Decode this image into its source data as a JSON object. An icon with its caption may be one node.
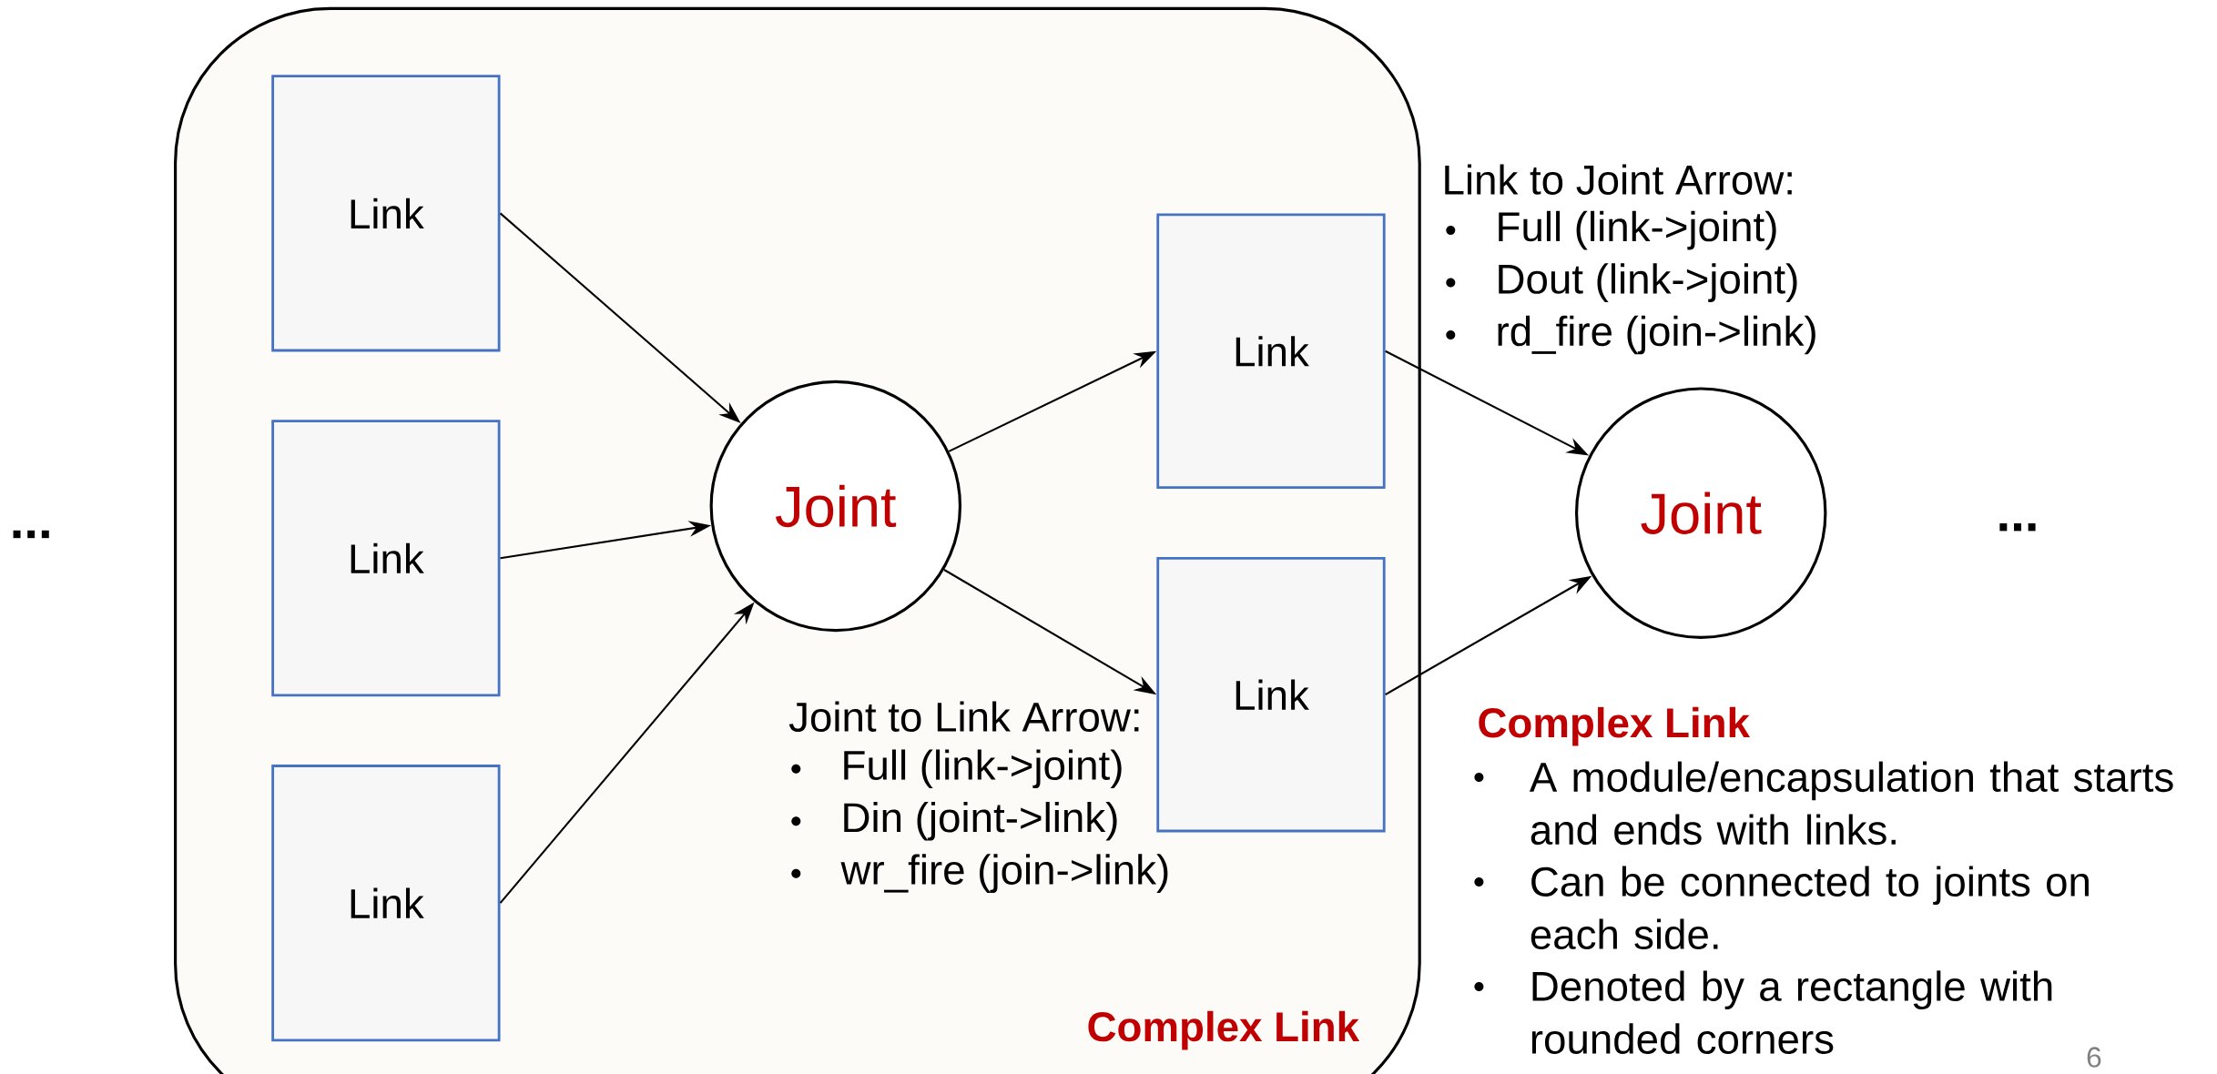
{
  "diagram": {
    "nodes": [
      {
        "text": [
          "Complex Link"
        ]
      },
      {
        "text": [
          "Link"
        ],
        "in": 0
      },
      {
        "text": [
          "Link"
        ],
        "in": 0
      },
      {
        "text": [
          "Link"
        ],
        "in": 0
      },
      {
        "text": [
          "Joint"
        ],
        "in": 0
      },
      {
        "text": [
          "Link"
        ],
        "in": 0
      },
      {
        "text": [
          "Link"
        ],
        "in": 0
      },
      {
        "text": [
          "Joint"
        ]
      }
    ],
    "edges": [
      {
        "from": 1,
        "to": 4,
        "arrow": "to"
      },
      {
        "from": 2,
        "to": 4,
        "arrow": "to"
      },
      {
        "from": 3,
        "to": 4,
        "arrow": "to"
      },
      {
        "from": 4,
        "to": 5,
        "arrow": "to"
      },
      {
        "from": 4,
        "to": 6,
        "arrow": "to"
      },
      {
        "from": 5,
        "to": 7,
        "arrow": "to"
      },
      {
        "from": 6,
        "to": 7,
        "arrow": "to"
      }
    ],
    "labels": [
      "...",
      "...",
      "Link to Joint Arrow:",
      "Full (link->joint)",
      "Dout (link->joint)",
      "rd_fire (join->link)",
      "Joint to Link Arrow:",
      "Full (link->joint)",
      "Din (joint->link)",
      "wr_fire (join->link)",
      "Complex Link",
      "A module/encapsulation that starts and ends with links.",
      "Can be connected to joints on each side.",
      "Denoted by a rectangle with rounded corners",
      "6"
    ]
  }
}
